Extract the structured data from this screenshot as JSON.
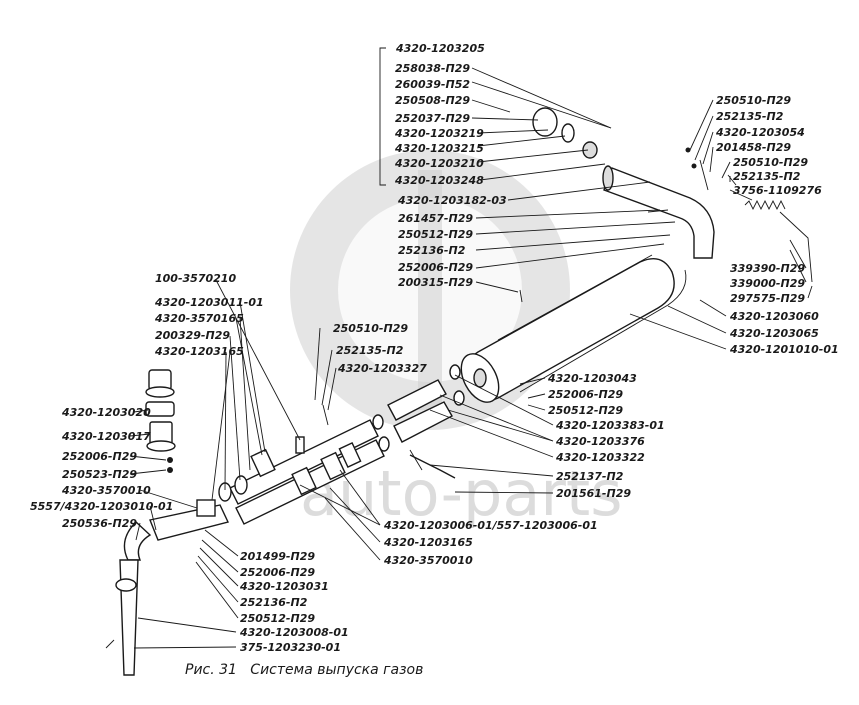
{
  "watermark": {
    "text": "auto-parts"
  },
  "caption": "Рис. 31   Система выпуска газов",
  "labels": {
    "group_4320_1203205": "4320-1203205",
    "l_258038": "258038-П29",
    "l_260039": "260039-П52",
    "l_250508": "250508-П29",
    "l_252037": "252037-П29",
    "l_1203219": "4320-1203219",
    "l_1203215": "4320-1203215",
    "l_1203210": "4320-1203210",
    "l_1203248": "4320-1203248",
    "l_1203182": "4320-1203182-03",
    "l_261457": "261457-П29",
    "l_250512_a": "250512-П29",
    "l_252136_a": "252136-П2",
    "l_252006_a": "252006-П29",
    "l_200315": "200315-П29",
    "r_250510_a": "250510-П29",
    "r_252135_a": "252135-П2",
    "r_1203054": "4320-1203054",
    "r_201458": "201458-П29",
    "r_250510_b": "250510-П29",
    "r_252135_b": "252135-П2",
    "r_3756": "3756-1109276",
    "r_339390": "339390-П29",
    "r_339000": "339000-П29",
    "r_297575": "297575-П29",
    "r_1203060": "4320-1203060",
    "r_1203065": "4320-1203065",
    "r_1201010": "4320-1201010-01",
    "c_1203043": "4320-1203043",
    "c_252006": "252006-П29",
    "c_250512": "250512-П29",
    "c_1203383": "4320-1203383-01",
    "c_1203376": "4320-1203376",
    "c_1203322": "4320-1203322",
    "c_252137": "252137-П2",
    "c_201561": "201561-П29",
    "m_250510": "250510-П29",
    "m_252135": "252135-П2",
    "m_1203327": "4320-1203327",
    "left_100_3570210": "100-3570210",
    "left_1203011": "4320-1203011-01",
    "left_3570165": "4320-3570165",
    "left_200329": "200329-П29",
    "left_1203165": "4320-1203165",
    "left_1203020": "4320-1203020",
    "left_1203017": "4320-1203017",
    "left_252006": "252006-П29",
    "left_250523": "250523-П29",
    "left_3570010": "4320-3570010",
    "left_5557": "5557/4320-1203010-01",
    "left_250536": "250536-П29",
    "b_201499": "201499-П29",
    "b_252006": "252006-П29",
    "b_1203031": "4320-1203031",
    "b_252136": "252136-П2",
    "b_250512": "250512-П29",
    "b_1203008": "4320-1203008-01",
    "b_375": "375-1203230-01",
    "bc_1203006": "4320-1203006-01/557-1203006-01",
    "bc_1203165": "4320-1203165",
    "bc_3570010": "4320-3570010"
  }
}
